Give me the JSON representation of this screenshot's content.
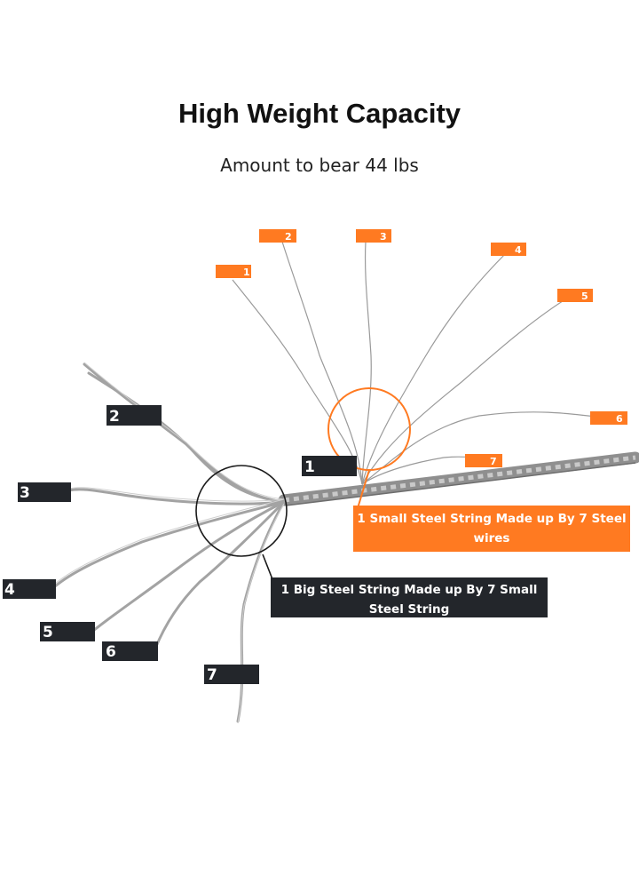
{
  "header": {
    "title": "High Weight Capacity",
    "subtitle": "Amount to bear 44 lbs"
  },
  "small_string_labels": [
    "1",
    "2",
    "3",
    "4",
    "5",
    "6",
    "7"
  ],
  "big_string_labels": [
    "1",
    "2",
    "3",
    "4",
    "5",
    "6",
    "7"
  ],
  "callouts": {
    "small_string": "1 Small Steel String Made up By 7 Steel wires",
    "big_string": "1 Big Steel String Made up By 7 Small Steel String"
  },
  "colors": {
    "accent_orange": "#ff7a21",
    "dark_label": "#23262b",
    "wire": "#9a9a9a"
  }
}
